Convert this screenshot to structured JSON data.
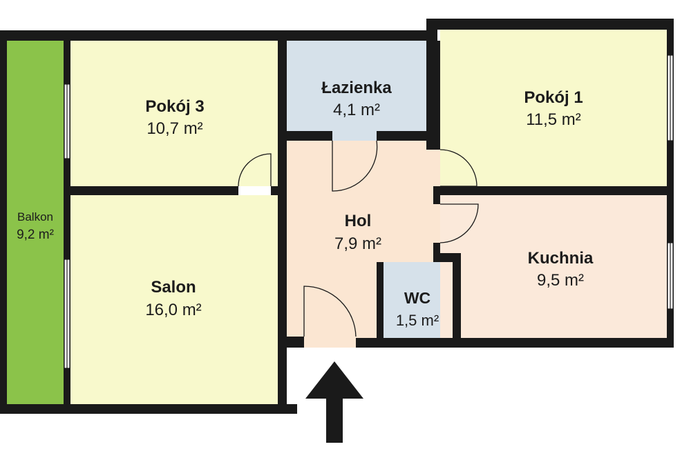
{
  "colors": {
    "wall": "#1a1a1a",
    "balcony": "#8bc34a",
    "room": "#f8f9cc",
    "bathroom": "#d6e1ea",
    "hall": "#fbe6d2",
    "kitchen": "#fbe9da",
    "window": "#ffffff"
  },
  "rooms": {
    "pokoj3": {
      "name": "Pokój 3",
      "area": "10,7 m²"
    },
    "lazienka": {
      "name": "Łazienka",
      "area": "4,1 m²"
    },
    "pokoj1": {
      "name": "Pokój 1",
      "area": "11,5 m²"
    },
    "balkon": {
      "name": "Balkon",
      "area": "9,2 m²"
    },
    "hol": {
      "name": "Hol",
      "area": "7,9 m²"
    },
    "salon": {
      "name": "Salon",
      "area": "16,0 m²"
    },
    "kuchnia": {
      "name": "Kuchnia",
      "area": "9,5 m²"
    },
    "wc": {
      "name": "WC",
      "area": "1,5 m²"
    }
  },
  "entrance": {
    "icon": "entrance-arrow-icon"
  }
}
